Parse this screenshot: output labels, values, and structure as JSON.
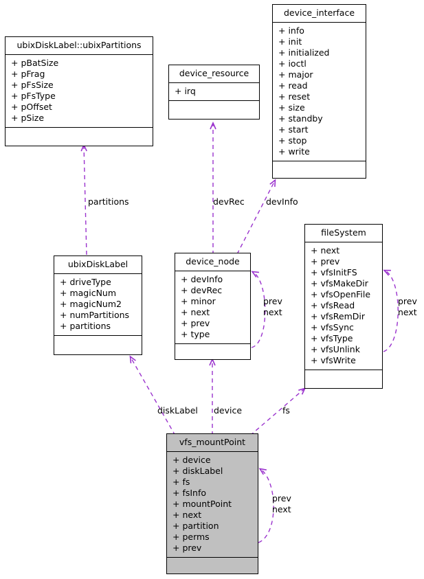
{
  "diagram": {
    "type": "uml-collaboration-diagram",
    "focus_class": "vfs_mountPoint",
    "edge_color": "#9a32cd",
    "focus_fill": "#c0c0c0",
    "box_border": "#000000",
    "background": "#ffffff"
  },
  "classes": {
    "ubix_partitions": {
      "title": "ubixDiskLabel::ubixPartitions",
      "attributes": [
        "+ pBatSize",
        "+ pFrag",
        "+ pFsSize",
        "+ pFsType",
        "+ pOffset",
        "+ pSize"
      ]
    },
    "device_resource": {
      "title": "device_resource",
      "attributes": [
        "+ irq"
      ]
    },
    "device_interface": {
      "title": "device_interface",
      "attributes": [
        "+ info",
        "+ init",
        "+ initialized",
        "+ ioctl",
        "+ major",
        "+ read",
        "+ reset",
        "+ size",
        "+ standby",
        "+ start",
        "+ stop",
        "+ write"
      ]
    },
    "ubix_disk_label": {
      "title": "ubixDiskLabel",
      "attributes": [
        "+ driveType",
        "+ magicNum",
        "+ magicNum2",
        "+ numPartitions",
        "+ partitions"
      ]
    },
    "device_node": {
      "title": "device_node",
      "attributes": [
        "+ devInfo",
        "+ devRec",
        "+ minor",
        "+ next",
        "+ prev",
        "+ type"
      ]
    },
    "file_system": {
      "title": "fileSystem",
      "attributes": [
        "+ next",
        "+ prev",
        "+ vfsInitFS",
        "+ vfsMakeDir",
        "+ vfsOpenFile",
        "+ vfsRead",
        "+ vfsRemDir",
        "+ vfsSync",
        "+ vfsType",
        "+ vfsUnlink",
        "+ vfsWrite"
      ]
    },
    "vfs_mount_point": {
      "title": "vfs_mountPoint",
      "attributes": [
        "+ device",
        "+ diskLabel",
        "+ fs",
        "+ fsInfo",
        "+ mountPoint",
        "+ next",
        "+ partition",
        "+ perms",
        "+ prev"
      ]
    }
  },
  "edge_labels": {
    "partitions": "partitions",
    "dev_rec": "devRec",
    "dev_info": "devInfo",
    "disk_label": "diskLabel",
    "device": "device",
    "fs": "fs",
    "device_node_loop_prev": "prev",
    "device_node_loop_next": "next",
    "file_system_loop_prev": "prev",
    "file_system_loop_next": "next",
    "vfs_loop_prev": "prev",
    "vfs_loop_next": "next"
  }
}
